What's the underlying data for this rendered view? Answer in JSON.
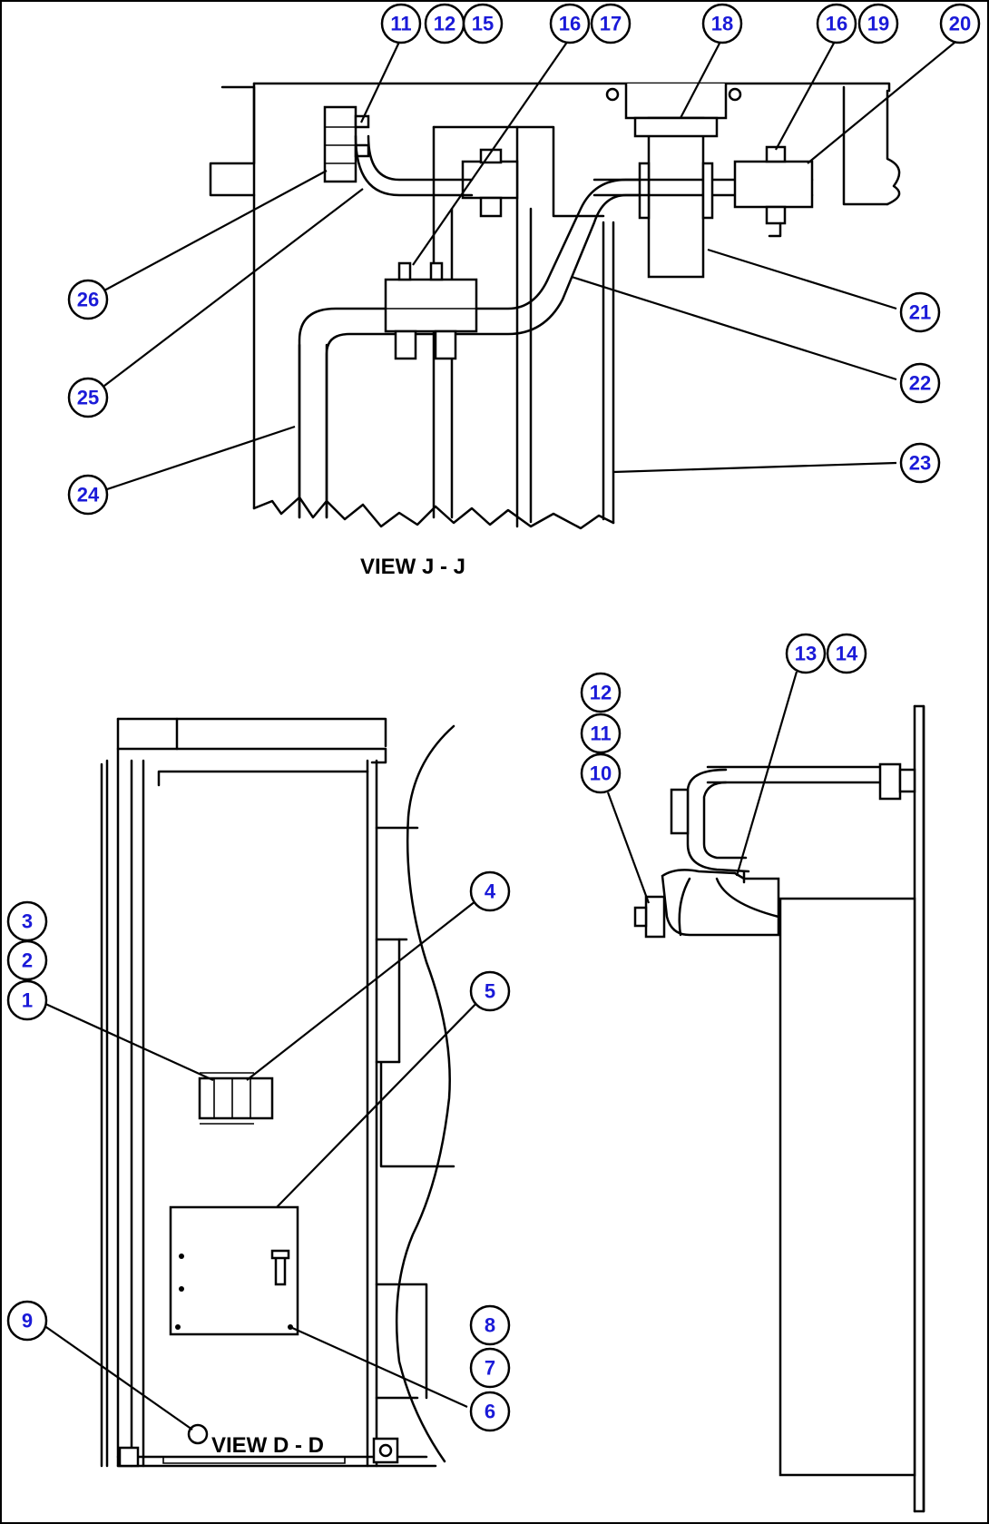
{
  "views": {
    "top_label": "VIEW J - J",
    "bottom_label": "VIEW D - D"
  },
  "callouts": {
    "c1": "1",
    "c2": "2",
    "c3": "3",
    "c4": "4",
    "c5": "5",
    "c6": "6",
    "c7": "7",
    "c8": "8",
    "c9": "9",
    "c10": "10",
    "c11a": "11",
    "c12a": "12",
    "c15": "15",
    "c16a": "16",
    "c17": "17",
    "c18": "18",
    "c16b": "16",
    "c19": "19",
    "c20": "20",
    "c21": "21",
    "c22": "22",
    "c23": "23",
    "c24": "24",
    "c25": "25",
    "c26": "26",
    "c12b": "12",
    "c11b": "11",
    "c13": "13",
    "c14": "14"
  },
  "colors": {
    "callout_text": "#1a1ad8",
    "line": "#000000",
    "background": "#ffffff"
  }
}
